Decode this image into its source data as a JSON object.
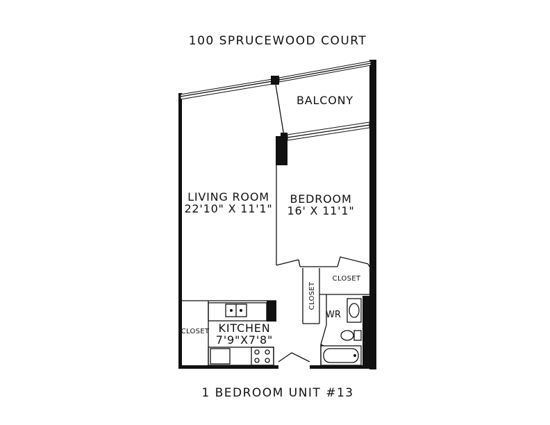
{
  "title": "100 SPRUCEWOOD COURT",
  "subtitle": "1 BEDROOM UNIT #13",
  "rooms": {
    "balcony": {
      "name": "BALCONY"
    },
    "living": {
      "name": "LIVING ROOM",
      "size": "22'10\" X 11'1\""
    },
    "bedroom": {
      "name": "BEDROOM",
      "size": "16' X 11'1\""
    },
    "kitchen": {
      "name": "KITCHEN",
      "size": "7'9\"X7'8\""
    },
    "closet_bed": {
      "name": "CLOSET"
    },
    "closet_hall": {
      "name": "CLOSET"
    },
    "closet_kitchen": {
      "name": "CLOSET"
    },
    "washroom": {
      "name": "WR"
    }
  },
  "colors": {
    "wall": "#111111",
    "background": "#ffffff"
  }
}
